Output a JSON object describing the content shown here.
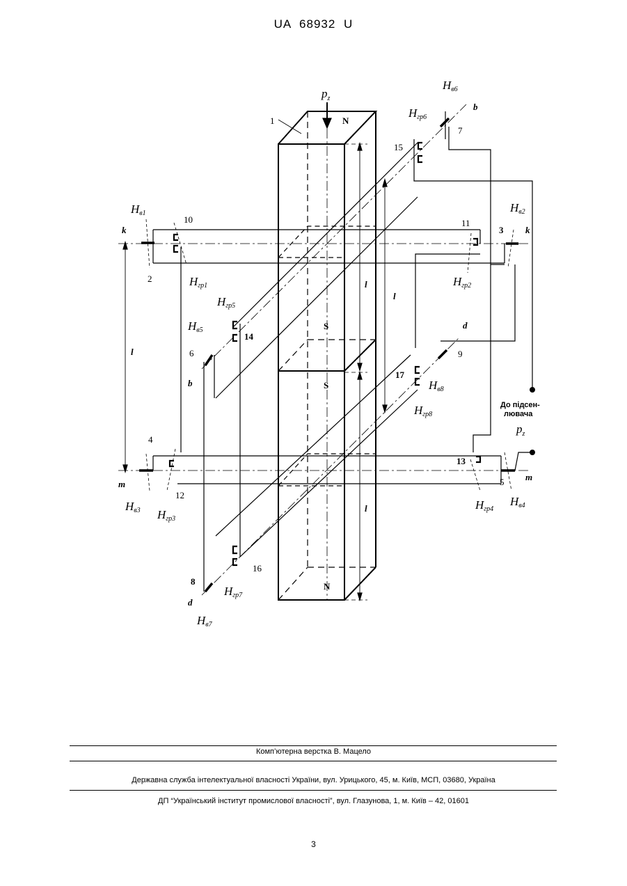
{
  "header": {
    "doc_id": "UA   68932   U"
  },
  "figure": {
    "pz_top": {
      "main": "p",
      "sub": "z"
    },
    "pz_right": {
      "main": "p",
      "sub": "z"
    },
    "face_top": "N",
    "face_bottom": "N",
    "face_mid_upper": "S",
    "face_mid_lower": "S",
    "numbers": [
      "1",
      "2",
      "3",
      "4",
      "5",
      "6",
      "7",
      "8",
      "9",
      "10",
      "11",
      "12",
      "13",
      "14",
      "15",
      "16",
      "17"
    ],
    "axis_letters": {
      "k": "k",
      "m": "m",
      "b": "b",
      "d": "d",
      "l": "l"
    },
    "sensors": [
      {
        "main": "H",
        "sub": "в1"
      },
      {
        "main": "H",
        "sub": "в2"
      },
      {
        "main": "H",
        "sub": "в3"
      },
      {
        "main": "H",
        "sub": "в4"
      },
      {
        "main": "H",
        "sub": "в5"
      },
      {
        "main": "H",
        "sub": "в6"
      },
      {
        "main": "H",
        "sub": "в7"
      },
      {
        "main": "H",
        "sub": "в8"
      },
      {
        "main": "H",
        "sub": "гр1"
      },
      {
        "main": "H",
        "sub": "гр2"
      },
      {
        "main": "H",
        "sub": "гр3"
      },
      {
        "main": "H",
        "sub": "гр4"
      },
      {
        "main": "H",
        "sub": "гр5"
      },
      {
        "main": "H",
        "sub": "гр6"
      },
      {
        "main": "H",
        "sub": "гр7"
      },
      {
        "main": "H",
        "sub": "гр8"
      }
    ],
    "amplifier_label_line1": "До підсен-",
    "amplifier_label_line2": "лювача"
  },
  "footer": {
    "layout": "Комп’ютерна верстка В. Мацело",
    "agency": "Державна служба інтелектуальної власності України, вул. Урицького, 45, м. Київ, МСП, 03680, Україна",
    "institute": "ДП “Український інститут промислової власності”, вул. Глазунова, 1, м. Київ – 42, 01601"
  },
  "page_number": "3"
}
